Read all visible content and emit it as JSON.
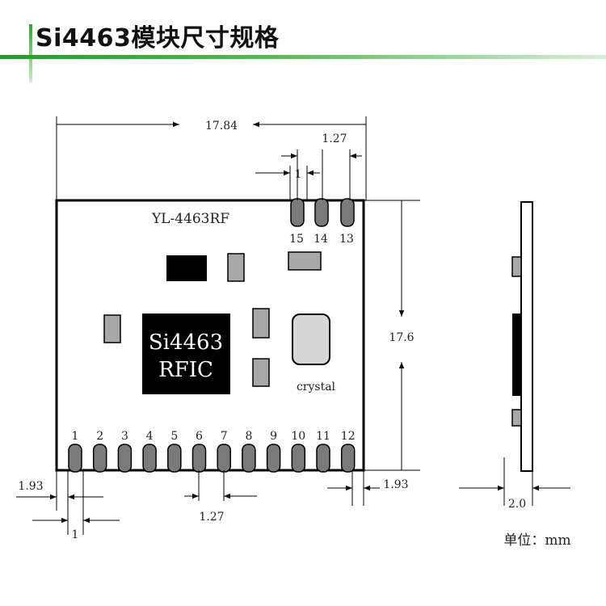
{
  "title": "Si4463模块尺寸规格",
  "module": {
    "name": "YL-4463RF",
    "chip_line1": "Si4463",
    "chip_line2": "RFIC",
    "crystal_label": "crystal"
  },
  "top_pins": [
    "15",
    "14",
    "13"
  ],
  "bottom_pins": [
    "1",
    "2",
    "3",
    "4",
    "5",
    "6",
    "7",
    "8",
    "9",
    "10",
    "11",
    "12"
  ],
  "dimensions": {
    "width": "17.84",
    "height": "17.6",
    "pitch_top": "1.27",
    "pad_top": "1",
    "edge_left": "1.93",
    "edge_right": "1.93",
    "pitch_bottom": "1.27",
    "pad_bottom": "1",
    "thickness": "2.0"
  },
  "unit_label": "单位：mm",
  "colors": {
    "accent_green": "#2fa82f",
    "chip_fill": "#000000",
    "pad_fill": "#7a7a7a",
    "component_fill": "#a8a8a8"
  }
}
